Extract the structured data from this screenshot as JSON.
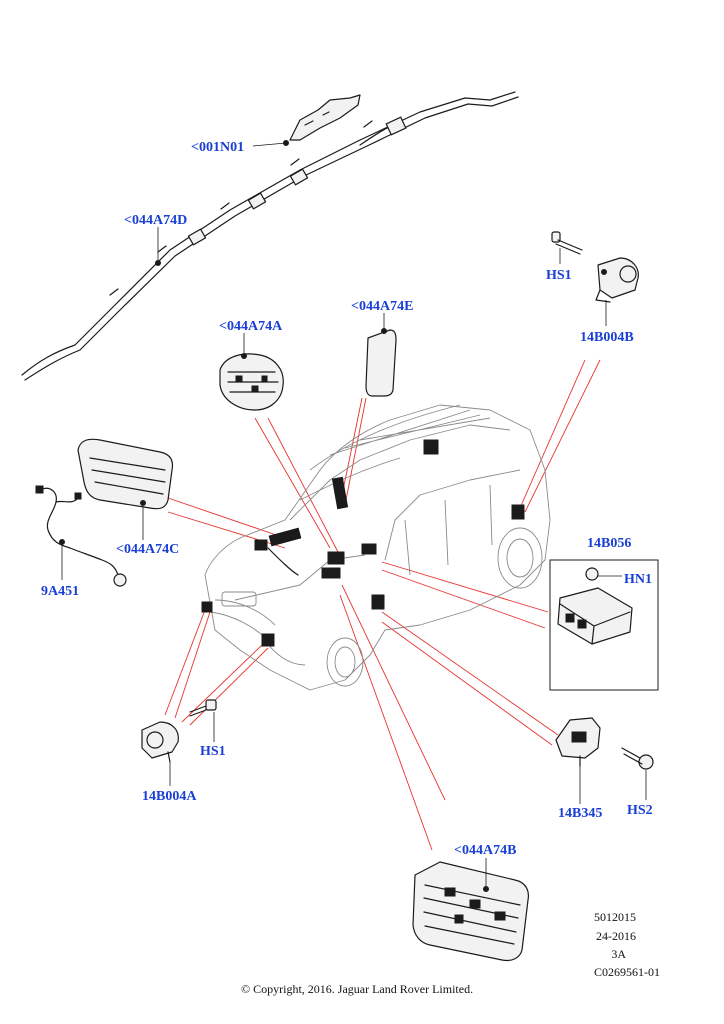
{
  "callouts": {
    "c001N01": "<001N01",
    "c044A74D": "<044A74D",
    "hs1_top": "HS1",
    "c14B004B": "14B004B",
    "c044A74E": "<044A74E",
    "c044A74A": "<044A74A",
    "c044A74C": "<044A74C",
    "c9A451": "9A451",
    "c14B056": "14B056",
    "hn1": "HN1",
    "c14B004A": "14B004A",
    "hs1_bottom": "HS1",
    "c14B345": "14B345",
    "hs2": "HS2",
    "c044A74B": "<044A74B"
  },
  "meta": {
    "line1": "5012015",
    "line2": "24-2016",
    "line3": "3A",
    "line4": "C0269561-01"
  },
  "copyright": "© Copyright, 2016. Jaguar Land Rover Limited.",
  "colors": {
    "callout": "#1a3fd6",
    "leader_red": "#e8332c",
    "line": "#1b1b1b"
  }
}
